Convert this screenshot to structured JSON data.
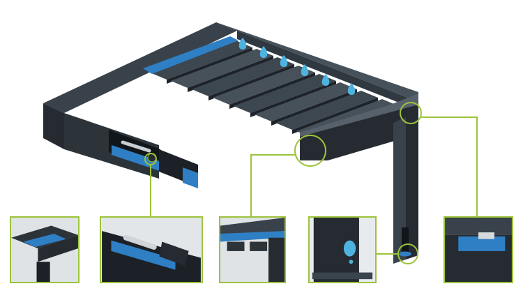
{
  "colors": {
    "accent": "#9cc33b",
    "frame_dark": "#252b30",
    "frame_mid": "#39424a",
    "frame_light": "#56616b",
    "gutter_blue": "#2f7fc4",
    "drop": "#4fb3e0",
    "background": "#ffffff"
  },
  "image": {
    "subject": "pergola-louvered-roof-drainage-system",
    "drops": 6,
    "louvers": 8,
    "detail_thumbnails": [
      {
        "id": "corner-joint"
      },
      {
        "id": "louver-actuator"
      },
      {
        "id": "louver-gutter-section"
      },
      {
        "id": "post-drain-outlet"
      },
      {
        "id": "top-gutter-bracket"
      }
    ]
  }
}
